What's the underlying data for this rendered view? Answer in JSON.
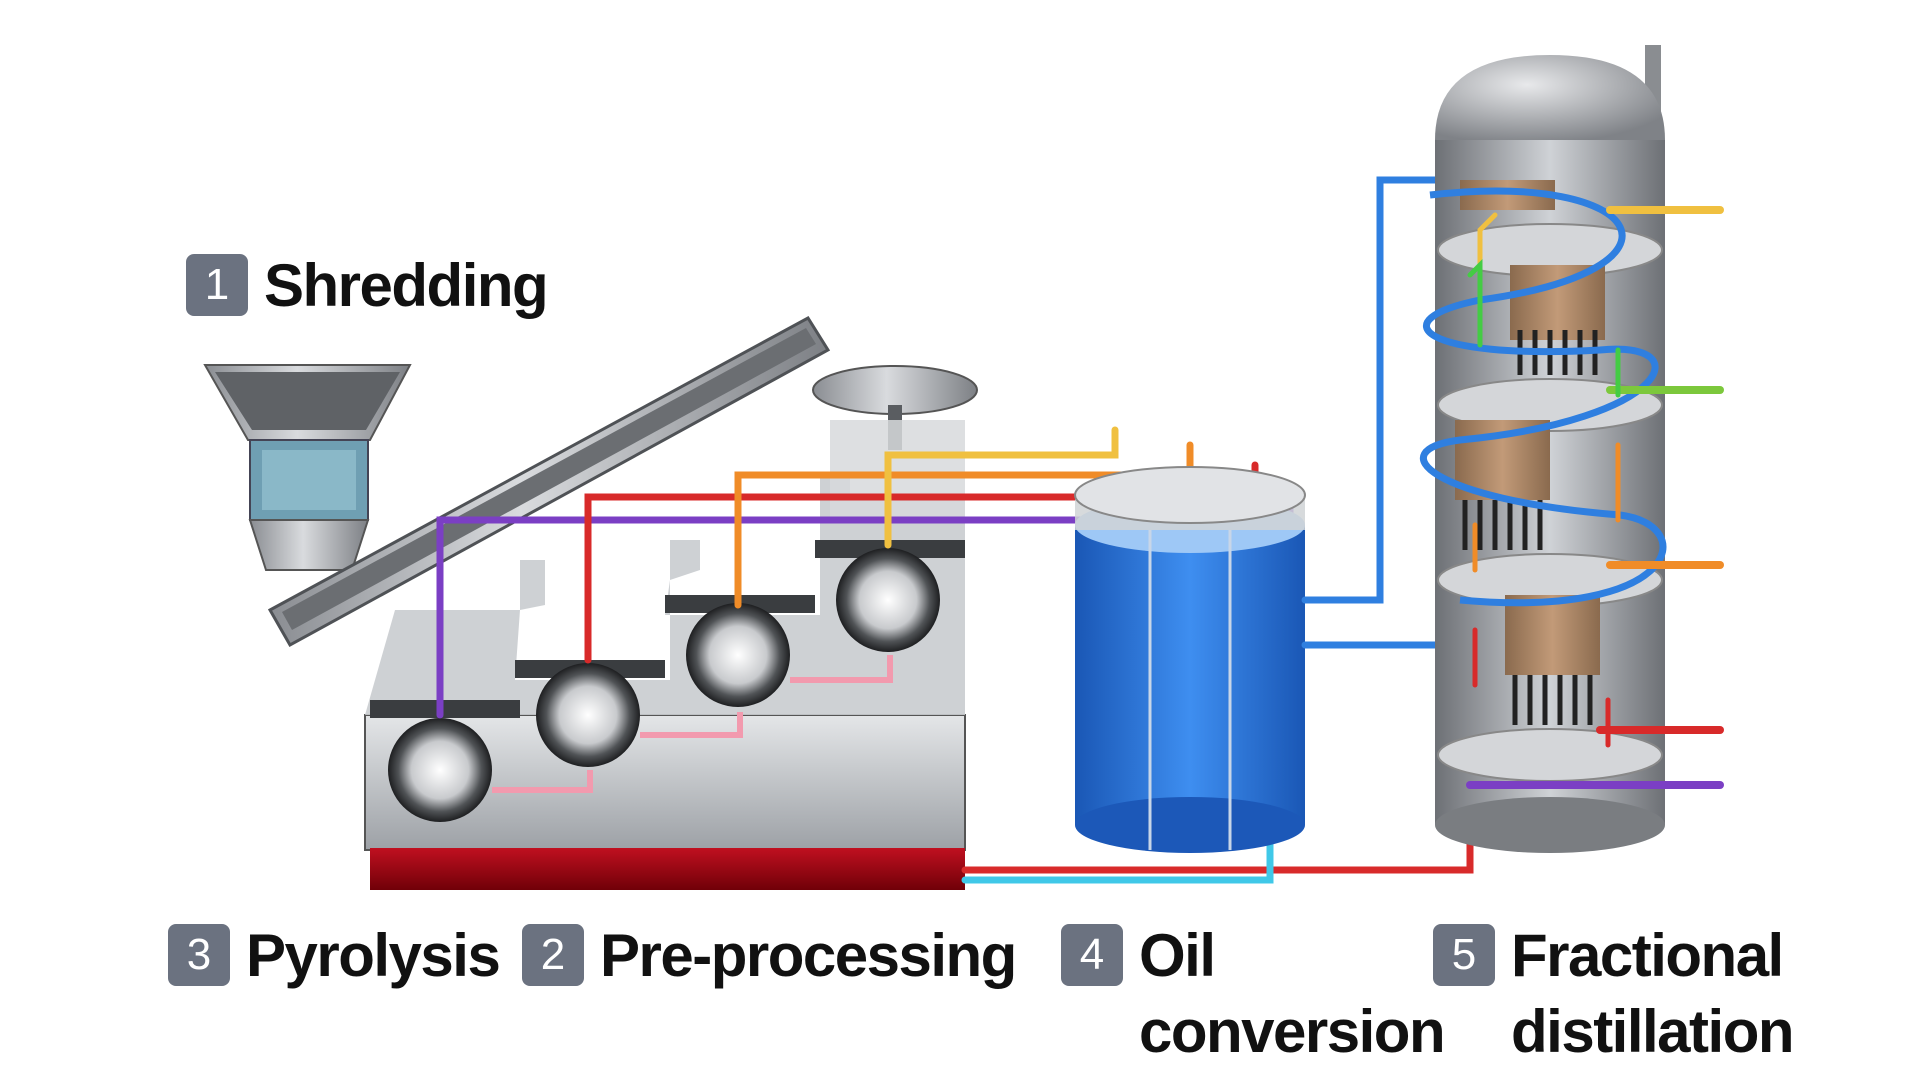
{
  "colors": {
    "badge": "#6b7280",
    "text": "#111111",
    "tank_blue": "#1f6fd6",
    "chamber_red": "#a00010",
    "pipe_purple": "#7b3fc4",
    "pipe_red": "#d82a2a",
    "pipe_orange": "#f08c28",
    "pipe_yellow": "#f0c040",
    "pipe_green": "#44cc44",
    "pipe_blue": "#2f7fe0",
    "pipe_cyan": "#40c8e8",
    "pipe_pink": "#f29aae"
  },
  "steps": [
    {
      "number": "1",
      "label": "Shredding"
    },
    {
      "number": "2",
      "label": "Pre-processing"
    },
    {
      "number": "3",
      "label": "Pyrolysis"
    },
    {
      "number": "4",
      "label_line1": "Oil",
      "label_line2": "conversion"
    },
    {
      "number": "5",
      "label_line1": "Fractional",
      "label_line2": "distillation"
    }
  ]
}
